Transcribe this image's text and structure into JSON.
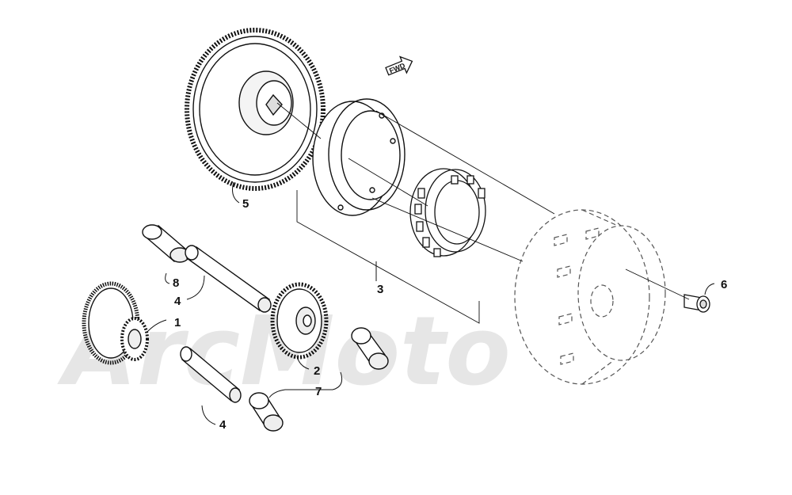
{
  "diagram": {
    "direction_label": "FWD",
    "watermark": "ArcMoto",
    "callouts": [
      {
        "id": "1",
        "label": "1"
      },
      {
        "id": "2",
        "label": "2"
      },
      {
        "id": "3",
        "label": "3"
      },
      {
        "id": "4a",
        "label": "4"
      },
      {
        "id": "4b",
        "label": "4"
      },
      {
        "id": "5",
        "label": "5"
      },
      {
        "id": "6",
        "label": "6"
      },
      {
        "id": "7",
        "label": "7"
      },
      {
        "id": "8",
        "label": "8"
      }
    ],
    "colors": {
      "line": "#111111",
      "watermark": "#e6e6e6",
      "background": "#ffffff"
    }
  }
}
